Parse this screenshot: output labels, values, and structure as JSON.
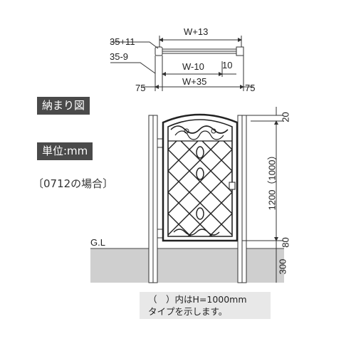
{
  "plan": {
    "width_label": "W+13",
    "offset_top": "35+11",
    "offset_bottom": "35-9",
    "inner_label": "W-10",
    "gap_label": "10",
    "total_label": "W+35",
    "left_margin": "75",
    "right_margin": "75"
  },
  "badges": {
    "title": "納まり図",
    "unit": "単位:mm",
    "model": "〔0712の場合〕"
  },
  "elevation": {
    "top_gap": "20",
    "height_label": "1200（1000）",
    "bottom_gap": "80",
    "embed_depth": "300",
    "ground_label": "G.L"
  },
  "note": {
    "line1": "（　）内はH=1000mm",
    "line2": "タイプを示します。"
  },
  "colors": {
    "line": "#333333",
    "ground": "#cfcfcf",
    "badge_bg": "#4a4a4a"
  }
}
